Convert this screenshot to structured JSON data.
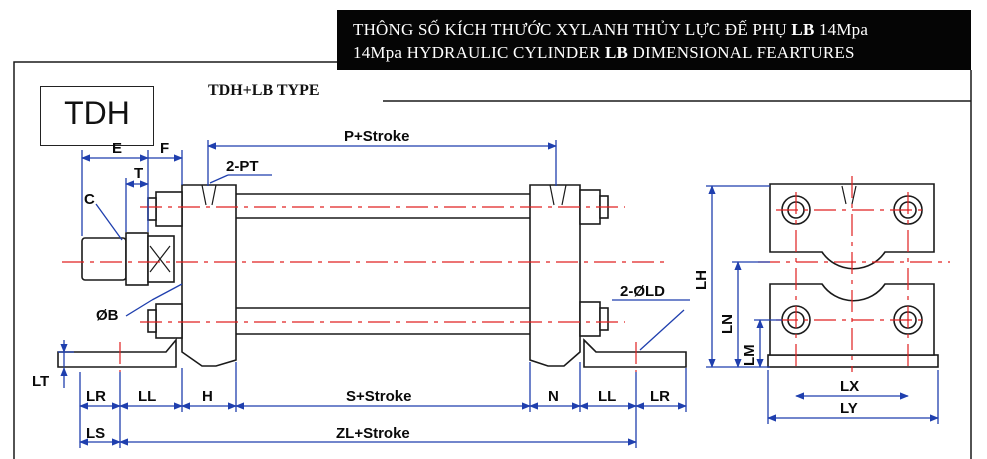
{
  "header": {
    "title_vi_prefix": "THÔNG SỐ KÍCH THƯỚC XYLANH THỦY LỰC ĐẾ PHỤ",
    "title_vi_bold": "LB",
    "title_vi_suffix": "14Mpa",
    "title_en_prefix": "14Mpa HYDRAULIC CYLINDER",
    "title_en_bold": "LB",
    "title_en_suffix": "DIMENSIONAL FEARTURES"
  },
  "badge": {
    "label": "TDH"
  },
  "type_label": "TDH+LB TYPE",
  "dimensions": {
    "E": "E",
    "F": "F",
    "T": "T",
    "C": "C",
    "PT": "2-PT",
    "P": "P+Stroke",
    "B": "ØB",
    "LD": "2-ØLD",
    "LT": "LT",
    "LR_left": "LR",
    "LL_left": "LL",
    "H": "H",
    "S": "S+Stroke",
    "N": "N",
    "LL_right": "LL",
    "LR_right": "LR",
    "LS": "LS",
    "ZL": "ZL+Stroke",
    "LH": "LH",
    "LN": "LN",
    "LM": "LM",
    "LX": "LX",
    "LY": "LY"
  },
  "colors": {
    "outline": "#1a1a1a",
    "centerline": "#e02020",
    "dimension": "#1f3fae",
    "title_bg": "#050505"
  }
}
